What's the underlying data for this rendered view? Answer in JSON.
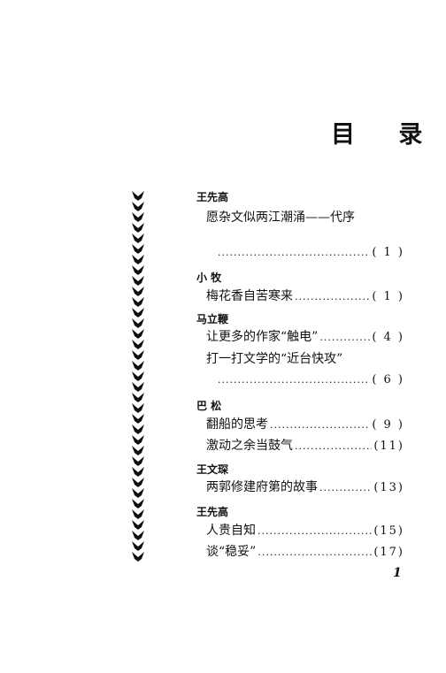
{
  "title": "目    录",
  "ornament": "vertical-border-ornament",
  "sections": [
    {
      "author": "王先高",
      "entries": [
        {
          "text": "愿杂文似两江潮涌——代序",
          "page": ""
        },
        {
          "text": "",
          "page": "( 1 )"
        }
      ]
    },
    {
      "author": "小  牧",
      "entries": [
        {
          "text": "梅花香自苦寒来",
          "page": "( 1 )"
        }
      ]
    },
    {
      "author": "马立鞭",
      "entries": [
        {
          "text": "让更多的作家“触电”",
          "page": "( 4 )"
        },
        {
          "text": "打一打文学的“近台快攻”",
          "page": ""
        },
        {
          "text": "",
          "page": "( 6 )"
        }
      ]
    },
    {
      "author": "巴  松",
      "entries": [
        {
          "text": "翻船的思考",
          "page": "( 9 )"
        },
        {
          "text": "激动之余当鼓气",
          "page": "(11)"
        }
      ]
    },
    {
      "author": "王文琛",
      "entries": [
        {
          "text": "两郭修建府第的故事",
          "page": "(13)"
        }
      ]
    },
    {
      "author": "王先高",
      "entries": [
        {
          "text": "人贵自知",
          "page": "(15)"
        },
        {
          "text": "谈“稳妥”",
          "page": "(17)"
        }
      ]
    }
  ],
  "page_number": "1"
}
